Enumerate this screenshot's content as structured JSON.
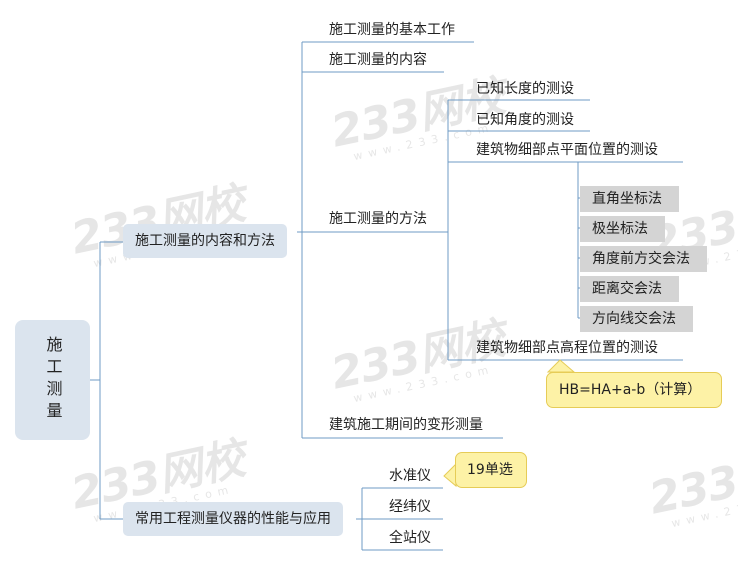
{
  "root": {
    "label": "施工测量"
  },
  "branches": {
    "content": "施工测量的内容和方法",
    "instruments": "常用工程测量仪器的性能与应用"
  },
  "content_children": {
    "basic_work": "施工测量的基本工作",
    "content": "施工测量的内容",
    "methods": "施工测量的方法",
    "deformation": "建筑施工期间的变形测量"
  },
  "methods_children": {
    "length": "已知长度的测设",
    "angle": "已知角度的测设",
    "plane": "建筑物细部点平面位置的测设",
    "elevation": "建筑物细部点高程位置的测设"
  },
  "plane_methods": [
    "直角坐标法",
    "极坐标法",
    "角度前方交会法",
    "距离交会法",
    "方向线交会法"
  ],
  "elevation_note": "HB=HA+a-b（计算）",
  "instruments_children": {
    "level": "水准仪",
    "theodolite": "经纬仪",
    "total_station": "全站仪"
  },
  "level_note": "19单选",
  "watermark": {
    "text": "233网校",
    "sub": "www.233.com"
  },
  "colors": {
    "line": "#6f9bc4",
    "node_fill": "#dbe4ee",
    "box_fill": "#d4d4d4",
    "callout_fill": "#fdf2a6",
    "callout_border": "#e6cc57"
  }
}
